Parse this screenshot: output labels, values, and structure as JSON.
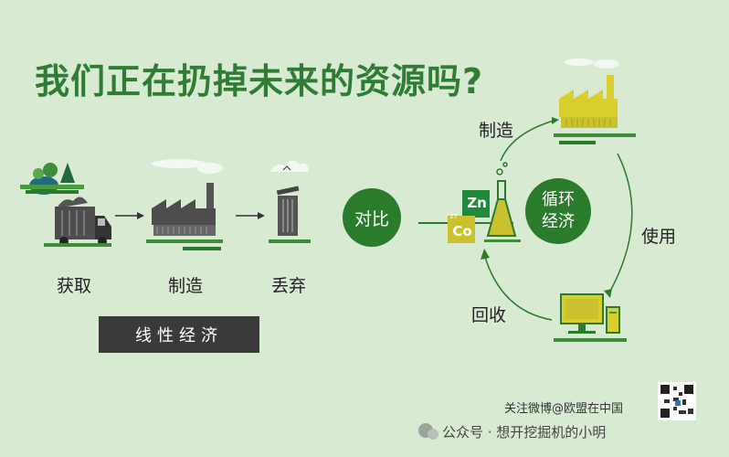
{
  "title": "我们正在扔掉未来的资源吗?",
  "linear": {
    "steps": [
      "获取",
      "制造",
      "丢弃"
    ],
    "label": "线性经济"
  },
  "compare_label": "对比",
  "circular": {
    "center_label_line1": "循环",
    "center_label_line2": "经济",
    "steps": [
      "制造",
      "使用",
      "回收"
    ],
    "elements": [
      {
        "symbol": "Zn",
        "color": "#1f8a3a"
      },
      {
        "symbol": "Co",
        "number": "27",
        "color": "#c9c22e"
      }
    ]
  },
  "footer": {
    "weibo": "关注微博@欧盟在中国",
    "watermark": "公众号 · 想开挖掘机的小明"
  },
  "colors": {
    "background": "#d8ead2",
    "title_green": "#2f7d34",
    "dark_green": "#2a7b2c",
    "yellow": "#d8cf2e"
  }
}
